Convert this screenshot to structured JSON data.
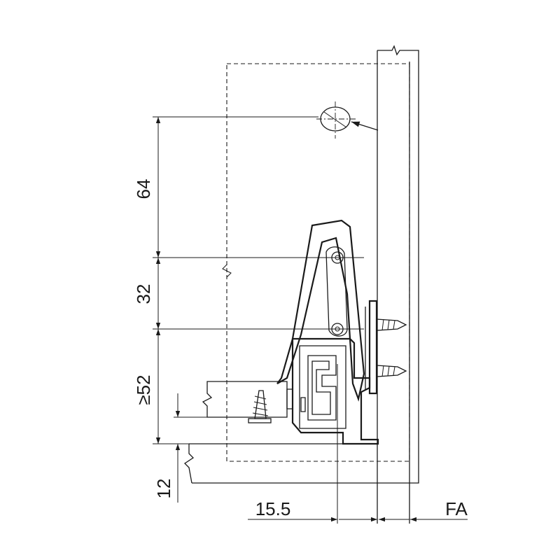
{
  "dimensions": {
    "hole_spacing_top": "64",
    "hole_spacing": "32",
    "min_height": "≥52",
    "bottom_thickness": "12",
    "side_offset": "15.5",
    "front_allowance": "FA"
  },
  "colors": {
    "stroke": "#1a1a1a",
    "background": "#ffffff"
  }
}
